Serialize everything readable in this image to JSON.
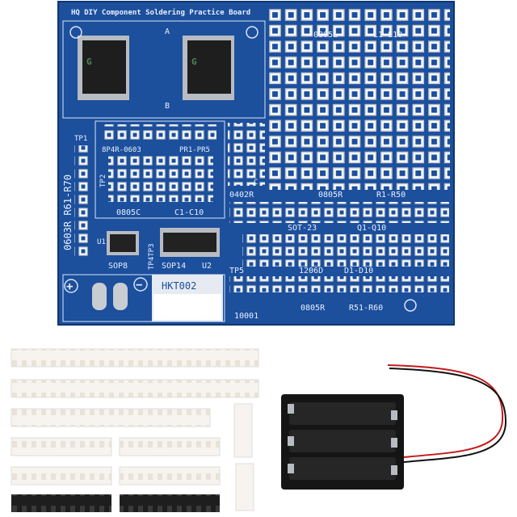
{
  "board": {
    "title": "HQ DIY Component Soldering Practice Board",
    "labels": {
      "l_block": "0805L",
      "l_range": "L1-L10",
      "tp1": "TP1",
      "tp2": "TP2",
      "r_side": "0603R R61-R70",
      "pr_block": "8P4R-0603",
      "pr_range": "PR1-PR5",
      "r0402": "0402R",
      "r0805": "0805R",
      "r_range": "R1-R50",
      "c_block": "0805C",
      "c_range": "C1-C10",
      "sot": "SOT-23",
      "q_range": "Q1-Q10",
      "u1": "U1",
      "sop8": "SOP8",
      "sop14": "SOP14",
      "u2": "U2",
      "tp_pair": "TP4TP3",
      "tp5": "TP5",
      "d_block": "1206D",
      "d_range": "D1-D10",
      "model": "HKT002",
      "serial": "10001",
      "r0805b": "0805R",
      "r_range2": "R51-R60",
      "mark_a": "A",
      "mark_b": "B",
      "mark_c": "C",
      "plus": "+",
      "minus": "−"
    },
    "colors": {
      "pcb": "#1c4f9c",
      "pcb_dark": "#143c7a",
      "silk": "#e8f0ff",
      "pad": "#c8cdd2"
    }
  }
}
